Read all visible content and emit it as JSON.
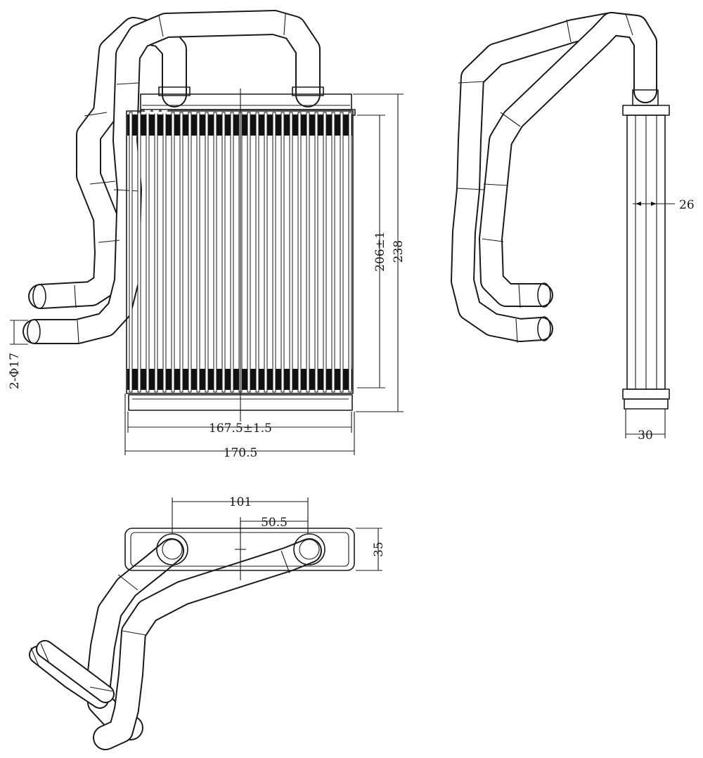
{
  "dimensions": {
    "height_core": "206±1",
    "height_total": "238",
    "width_core": "167.5±1.5",
    "width_total": "170.5",
    "pipe_diameter": "2-Φ17",
    "depth_side": "26",
    "depth_tank": "30",
    "pipe_spacing": "101",
    "pipe_offset": "50.5",
    "depth_top": "35"
  }
}
